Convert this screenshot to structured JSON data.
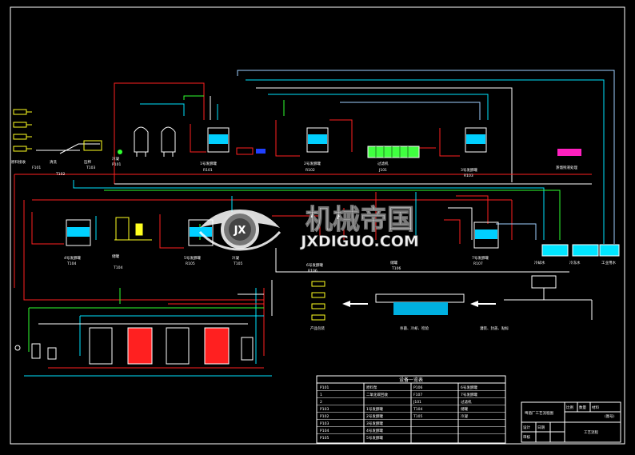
{
  "watermark": {
    "title": "机械帝国",
    "url": "JXDIGUO.COM",
    "logo_letters": "JX"
  },
  "equipment_labels": {
    "row1": [
      {
        "name": "原料接收",
        "code": "F101"
      },
      {
        "name": "清洗",
        "code": "T102"
      },
      {
        "name": "压榨",
        "code": "T103"
      },
      {
        "name": "冷凝",
        "code": "P101"
      },
      {
        "name": "1号发酵罐",
        "code": "R101"
      },
      {
        "name": "2号发酵罐",
        "code": "R102"
      },
      {
        "name": "过滤机",
        "code": "J101"
      },
      {
        "name": "3号发酵罐",
        "code": "R103"
      },
      {
        "name": "蒸馏残液处理",
        "code": ""
      }
    ],
    "row2": [
      {
        "name": "4号发酵罐",
        "code": "T104"
      },
      {
        "name": "储罐",
        "code": "T104"
      },
      {
        "name": "5号发酵罐",
        "code": "R105"
      },
      {
        "name": "冷凝",
        "code": "T105"
      },
      {
        "name": "6号发酵罐",
        "code": "R106"
      },
      {
        "name": "储罐",
        "code": "T106"
      },
      {
        "name": "7号发酵罐",
        "code": "R107"
      },
      {
        "name": "冷却水",
        "code": ""
      },
      {
        "name": "冷冻水",
        "code": ""
      },
      {
        "name": "工业用水",
        "code": ""
      }
    ],
    "row3": [
      {
        "name": "产品包装",
        "code": ""
      },
      {
        "name": "杀菌、冷却、检验",
        "code": ""
      },
      {
        "name": "灌装、封盖、贴标",
        "code": ""
      }
    ]
  },
  "equipment_table": {
    "title": "设备一览表",
    "rows": [
      [
        "P101",
        "原料泵",
        "P106",
        "6号发酵罐"
      ],
      [
        "1",
        "二氧化碳回收",
        "F107",
        "7号发酵罐"
      ],
      [
        "2",
        "",
        "J101",
        "过滤机"
      ],
      [
        "P103",
        "1号发酵罐",
        "T104",
        "储罐"
      ],
      [
        "P102",
        "2号发酵罐",
        "T105",
        "冷凝"
      ],
      [
        "P103",
        "3号发酵罐",
        "",
        ""
      ],
      [
        "P104",
        "4号发酵罐",
        "",
        ""
      ],
      [
        "P105",
        "5号发酵罐",
        "",
        ""
      ]
    ]
  },
  "title_block": {
    "project": "啤酒厂工艺流程图",
    "cells": [
      "比例",
      "数量",
      "材料",
      "(图号)",
      "设计",
      "审核",
      "日期",
      "",
      "工艺流程"
    ]
  },
  "colors": {
    "background": "#000000",
    "red": "#ff2020",
    "cyan": "#00e5ff",
    "green": "#30ff30",
    "white": "#ffffff",
    "yellow": "#ffff20",
    "magenta": "#ff20c0",
    "blue": "#2040ff"
  }
}
